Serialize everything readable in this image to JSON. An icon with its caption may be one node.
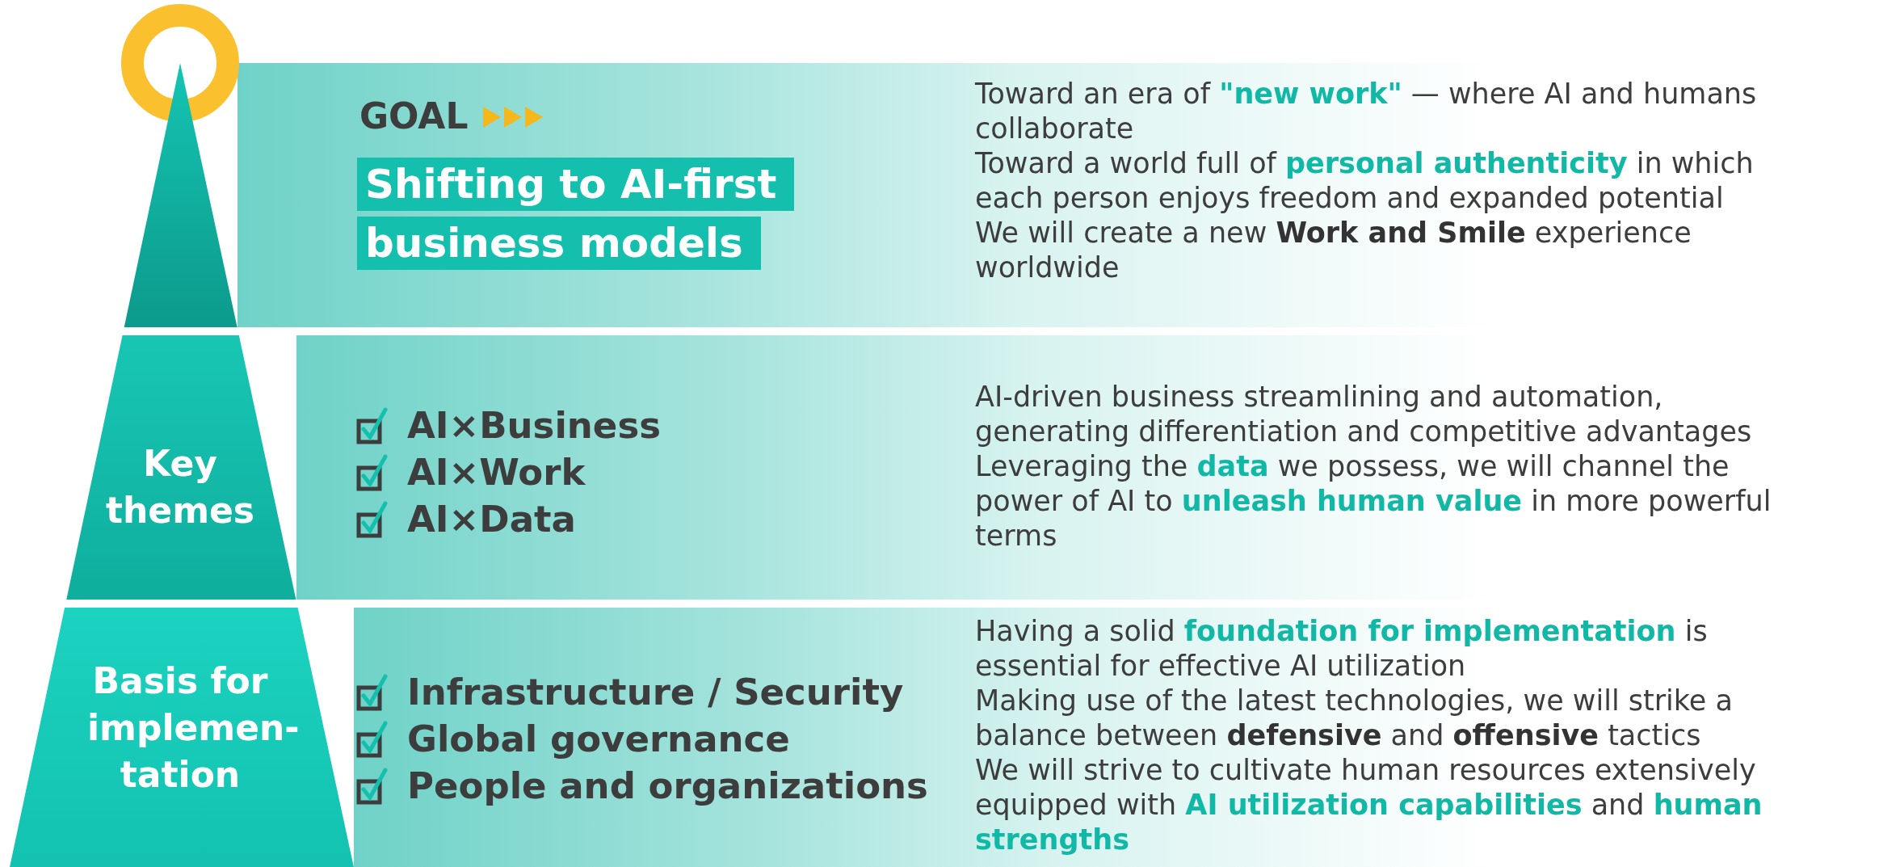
{
  "diagram": {
    "nodes": [
      {
        "text": [],
        "shape": "circle"
      },
      {
        "text": [],
        "shape": "triangle"
      },
      {
        "text": [
          "Key themes"
        ]
      },
      {
        "text": [
          "Basis for implemen-tation"
        ]
      },
      {
        "text": [
          "GOAL",
          "Shifting to AI-first business models",
          "Toward an era of *\"new work\"* — where AI and humans collaborate",
          "Toward a world full of *personal authenticity* in which each person enjoys freedom and expanded potential",
          "We will create a new **Work and Smile** experience worldwide"
        ]
      },
      {
        "text": [
          "AI×Business",
          "AI×Work",
          "AI×Data",
          "AI-driven business streamlining and automation, generating differentiation and competitive advantages",
          "Leveraging the *data* we possess, we will channel the power of AI to *unleash human value* in more powerful terms"
        ]
      },
      {
        "text": [
          "Infrastructure / Security",
          "Global governance",
          "People and organizations",
          "Having a solid *foundation for implementation* is essential for effective AI utilization",
          "Making use of the latest technologies, we will strike a balance between **defensive** and **offensive** tactics",
          "We will strive to cultivate human resources extensively equipped with *AI utilization capabilities* and *human strengths*"
        ]
      }
    ],
    "edges": []
  }
}
